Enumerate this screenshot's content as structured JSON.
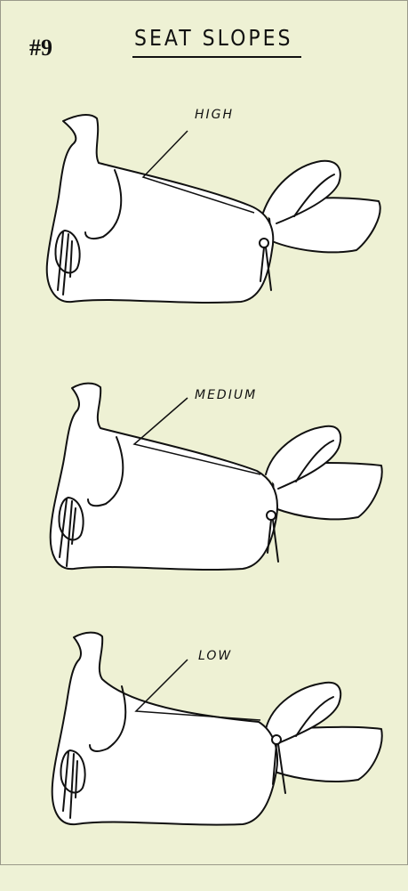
{
  "figure": {
    "number": "#9",
    "title": "SEAT SLOPES"
  },
  "panels": [
    {
      "label": "HIGH"
    },
    {
      "label": "MEDIUM"
    },
    {
      "label": "LOW"
    }
  ],
  "colors": {
    "background": "#eef1d4",
    "ink": "#111111",
    "saddle_fill": "#ffffff"
  }
}
